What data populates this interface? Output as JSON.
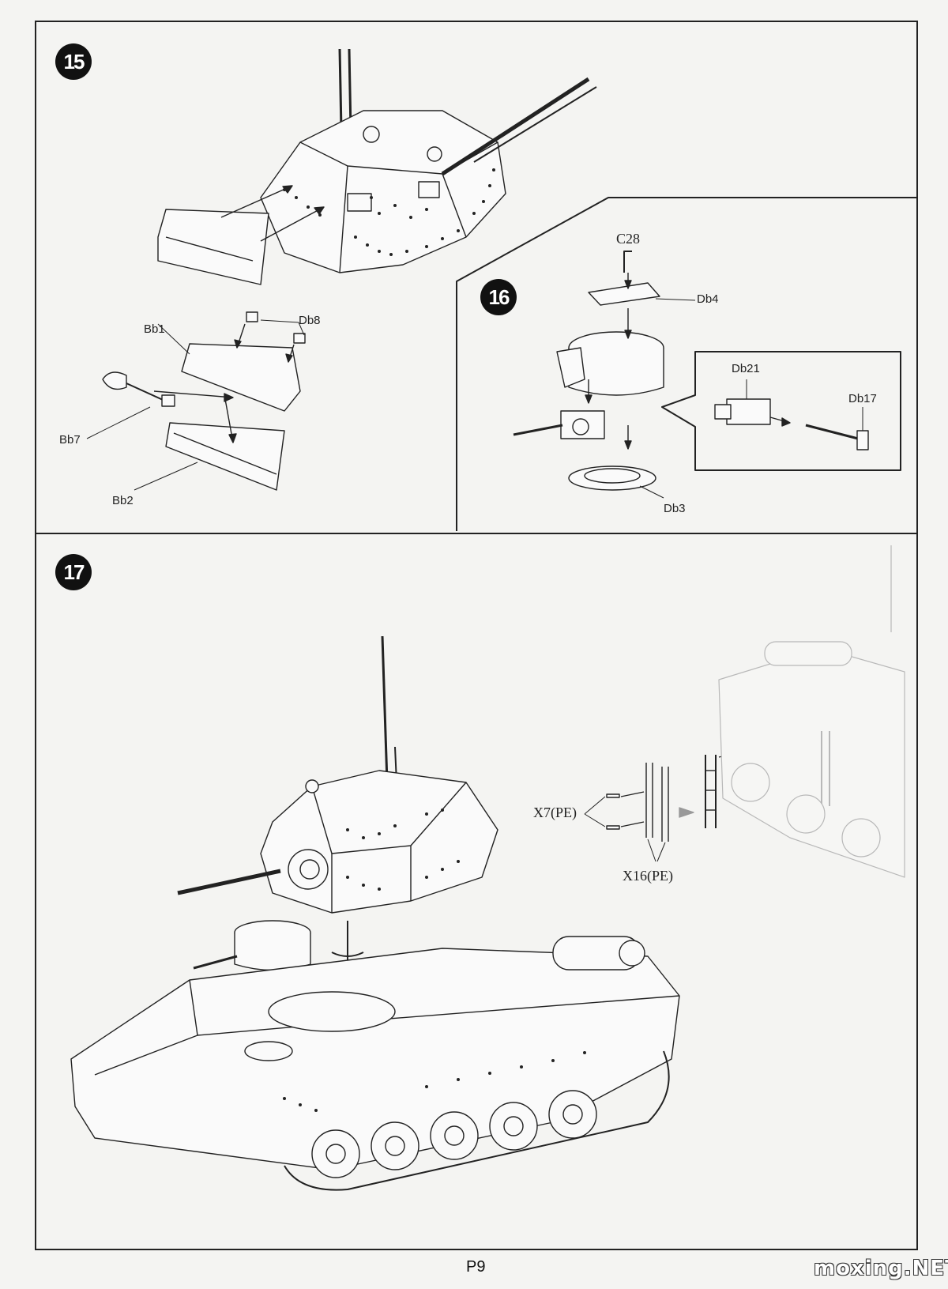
{
  "steps": {
    "s15": {
      "number": "15",
      "labels": {
        "db8": "Db8",
        "bb1": "Bb1",
        "bb7": "Bb7",
        "bb2": "Bb2"
      }
    },
    "s16": {
      "number": "16",
      "labels": {
        "c28": "C28",
        "db4": "Db4",
        "db21": "Db21",
        "db17": "Db17",
        "db3": "Db3"
      }
    },
    "s17": {
      "number": "17",
      "labels": {
        "x7": "X7(PE)",
        "x16": "X16(PE)"
      }
    }
  },
  "footer": {
    "page": "P9"
  },
  "watermark": "moxing.NET",
  "icons": [
    "step-badge",
    "direction-arrow",
    "rotation-arrow",
    "tank-hull",
    "tank-turret",
    "antenna"
  ]
}
